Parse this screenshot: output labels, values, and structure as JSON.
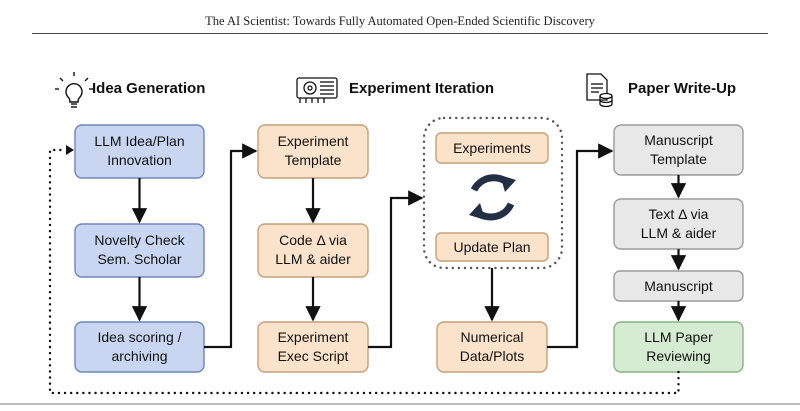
{
  "header": {
    "title": "The AI Scientist: Towards Fully Automated Open-Ended Scientific Discovery"
  },
  "sections": {
    "idea": {
      "title": "Idea Generation",
      "icon": "lightbulb-icon"
    },
    "experiment": {
      "title": "Experiment Iteration",
      "icon": "gpu-card-icon"
    },
    "paper": {
      "title": "Paper Write-Up",
      "icon": "document-database-icon"
    }
  },
  "boxes": {
    "llm_idea": {
      "line1": "LLM Idea/Plan",
      "line2": "Innovation"
    },
    "novelty": {
      "line1": "Novelty Check",
      "line2": "Sem. Scholar"
    },
    "scoring": {
      "line1": "Idea scoring /",
      "line2": "archiving"
    },
    "exp_template": {
      "line1": "Experiment",
      "line2": "Template"
    },
    "code_delta": {
      "line1": "Code Δ via",
      "line2": "LLM & aider"
    },
    "exec_script": {
      "line1": "Experiment",
      "line2": "Exec Script"
    },
    "experiments": {
      "line1": "Experiments"
    },
    "update_plan": {
      "line1": "Update Plan"
    },
    "numerical": {
      "line1": "Numerical",
      "line2": "Data/Plots"
    },
    "manuscript_template": {
      "line1": "Manuscript",
      "line2": "Template"
    },
    "text_delta": {
      "line1": "Text Δ via",
      "line2": "LLM & aider"
    },
    "manuscript": {
      "line1": "Manuscript"
    },
    "review": {
      "line1": "LLM Paper",
      "line2": "Reviewing"
    }
  },
  "colors": {
    "blue_fill": "#c9d6f2",
    "blue_stroke": "#6f86b8",
    "orange_fill": "#fbe3cb",
    "orange_stroke": "#c5a07a",
    "gray_fill": "#e8e8e8",
    "gray_stroke": "#9b9b9b",
    "green_fill": "#d6ecd2",
    "green_stroke": "#88b283",
    "cycle_icon": "#232f45"
  }
}
